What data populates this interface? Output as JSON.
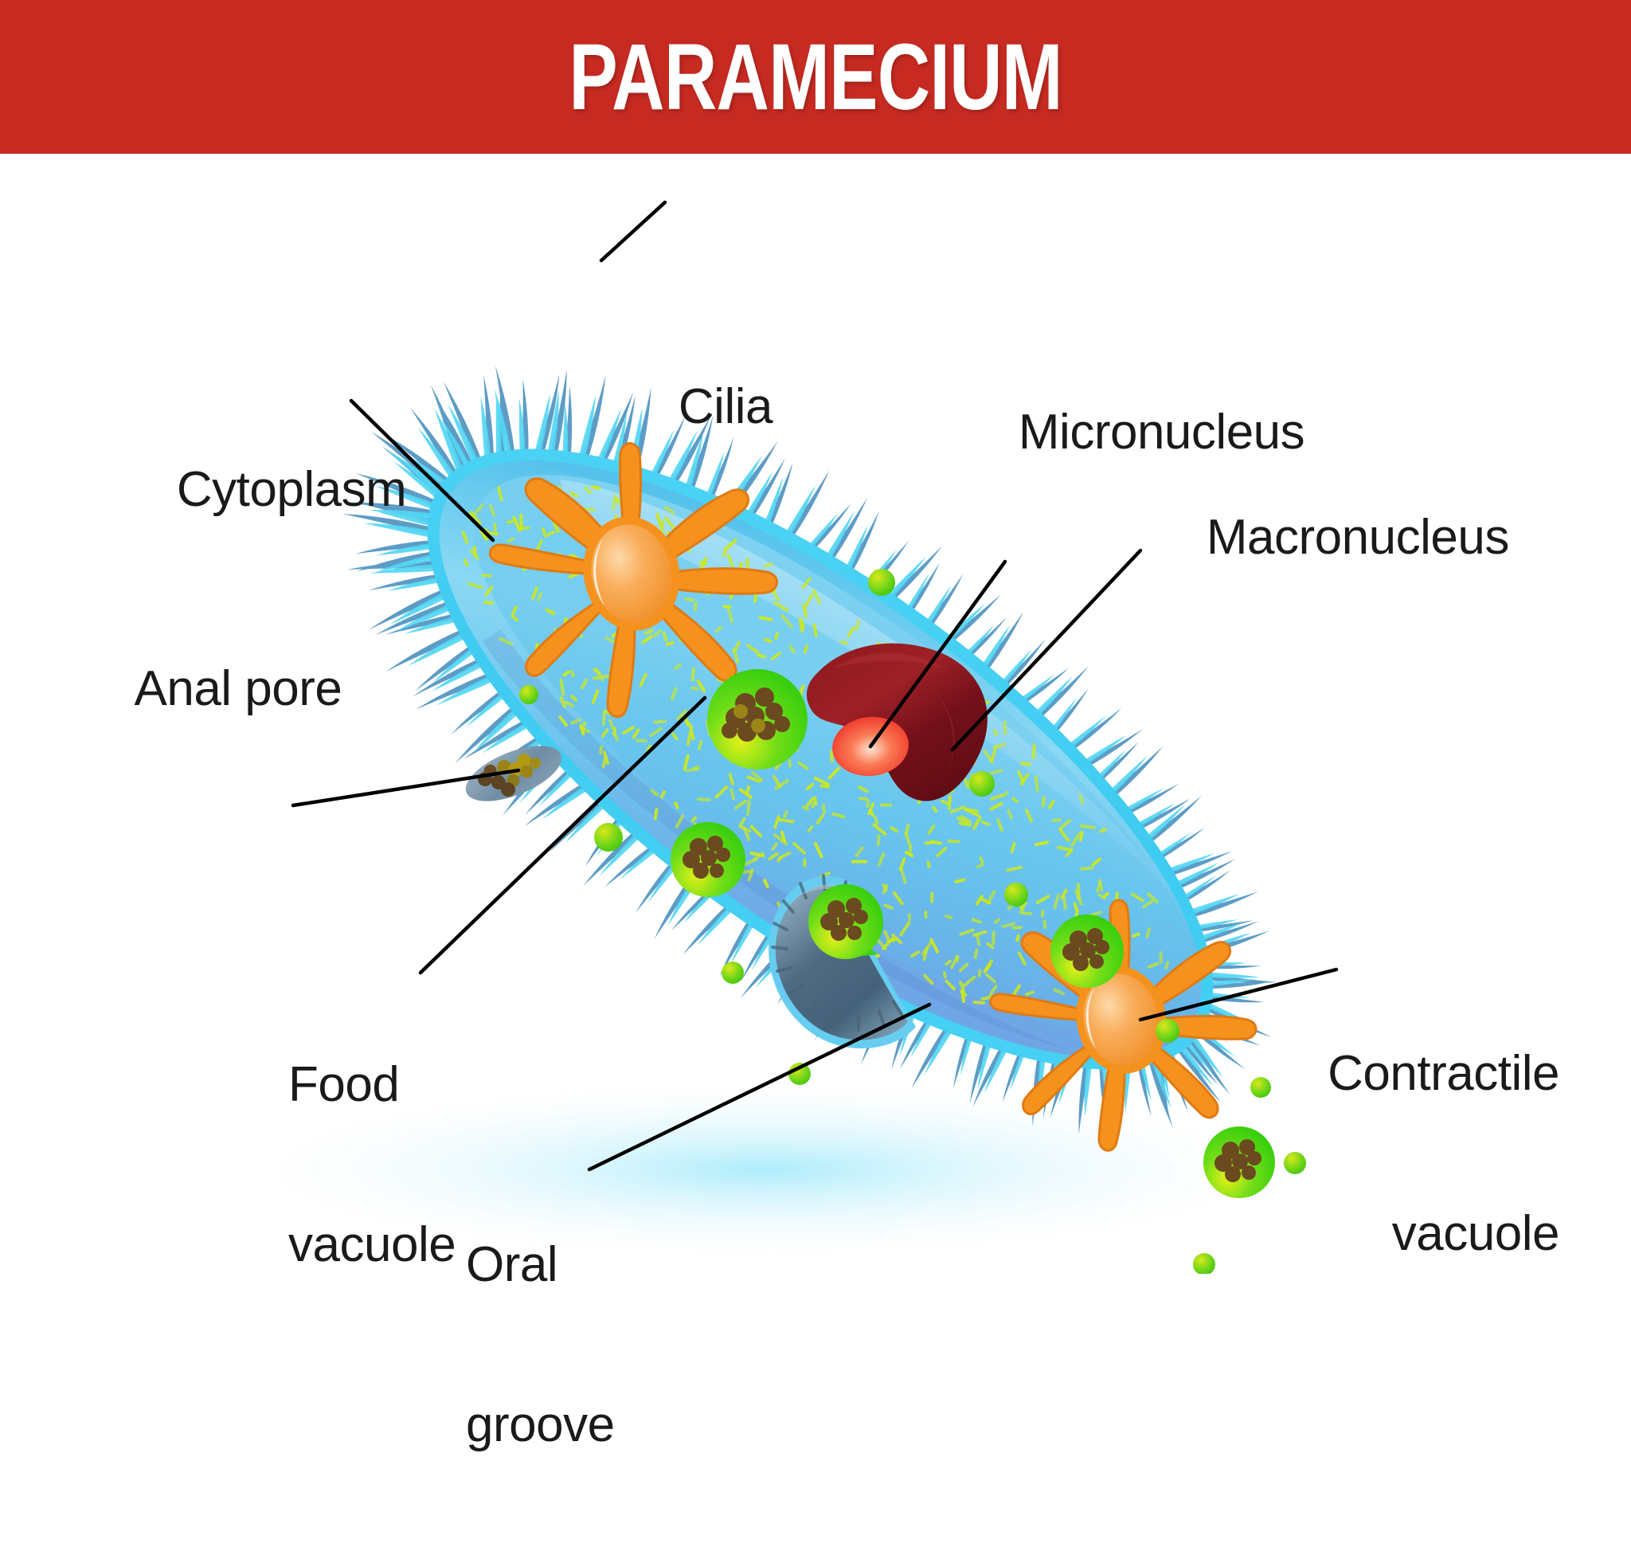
{
  "title": {
    "text": "PARAMECIUM",
    "banner_color": "#c62a21",
    "text_color": "#ffffff"
  },
  "diagram": {
    "subject": "paramecium-cell",
    "background_color": "#ffffff"
  },
  "labels": [
    {
      "key": "cilia",
      "text": "Cilia",
      "text2": ""
    },
    {
      "key": "cytoplasm",
      "text": "Cytoplasm",
      "text2": ""
    },
    {
      "key": "micronucleus",
      "text": "Micronucleus",
      "text2": ""
    },
    {
      "key": "macronucleus",
      "text": "Macronucleus",
      "text2": ""
    },
    {
      "key": "anal-pore",
      "text": "Anal pore",
      "text2": ""
    },
    {
      "key": "food-vacuole",
      "text": "Food",
      "text2": "vacuole"
    },
    {
      "key": "oral-groove",
      "text": "Oral",
      "text2": "groove"
    },
    {
      "key": "contractile-vacuole",
      "text": "Contractile",
      "text2": "vacuole"
    }
  ],
  "colors": {
    "banner_red": "#c62a21",
    "cilia_dark": "#5d9cc6",
    "cilia_light": "#4fd6f2",
    "membrane_edge": "#47d5f7",
    "cytoplasm_light": "#7fcdee",
    "cytoplasm_mid": "#5ec3ea",
    "cytoplasm_deep": "#6ea6e8",
    "cytoplasm_fleck": "#cbe81f",
    "macronucleus": "#7d1118",
    "micronucleus": "#f23a2e",
    "food_vacuole": "#39d41a",
    "food_granule": "#6b4a1f",
    "contractile_vacuole": "#f5921e",
    "oral_groove": "#5d7f9a",
    "anal_pore": "#7d93a8",
    "leader_line": "#000000",
    "shadow": "#bdf0fb"
  },
  "organelles": [
    {
      "key": "contractile-vacuole-upper",
      "name": "Contractile vacuole (anterior)"
    },
    {
      "key": "contractile-vacuole-lower",
      "name": "Contractile vacuole (posterior)"
    },
    {
      "key": "macronucleus",
      "name": "Macronucleus"
    },
    {
      "key": "micronucleus",
      "name": "Micronucleus"
    },
    {
      "key": "oral-groove",
      "name": "Oral groove"
    },
    {
      "key": "anal-pore",
      "name": "Anal pore"
    },
    {
      "key": "food-vacuole-1",
      "name": "Food vacuole"
    },
    {
      "key": "food-vacuole-2",
      "name": "Food vacuole"
    },
    {
      "key": "food-vacuole-3",
      "name": "Food vacuole"
    },
    {
      "key": "food-vacuole-4",
      "name": "Food vacuole"
    },
    {
      "key": "food-vacuole-5",
      "name": "Food vacuole"
    },
    {
      "key": "food-vacuole-6",
      "name": "Food vacuole"
    }
  ]
}
